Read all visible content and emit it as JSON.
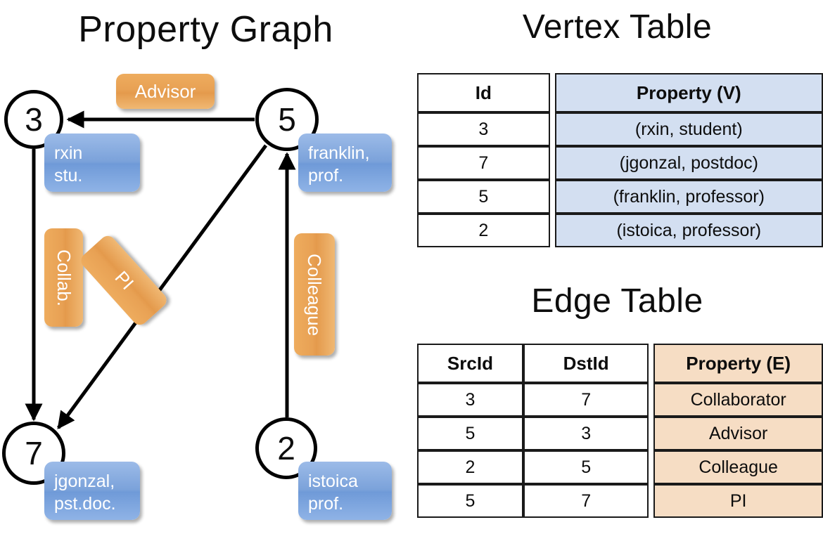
{
  "titles": {
    "property_graph": "Property Graph",
    "vertex_table": "Vertex Table",
    "edge_table": "Edge Table"
  },
  "colors": {
    "vertex_property_fill": "#d3dff1",
    "edge_property_fill": "#f6ddc4",
    "vertex_box_blue": "#7ba2da",
    "edge_label_orange": "#e8a154",
    "stroke": "#000000"
  },
  "graph": {
    "nodes": [
      {
        "id": "3",
        "property_line1": "rxin",
        "property_line2": "stu."
      },
      {
        "id": "5",
        "property_line1": "franklin,",
        "property_line2": "prof."
      },
      {
        "id": "7",
        "property_line1": "jgonzal,",
        "property_line2": "pst.doc."
      },
      {
        "id": "2",
        "property_line1": "istoica",
        "property_line2": "prof."
      }
    ],
    "edge_labels": [
      {
        "text": "Advisor",
        "from": "5",
        "to": "3"
      },
      {
        "text": "Collab.",
        "from": "3",
        "to": "7"
      },
      {
        "text": "PI",
        "from": "5",
        "to": "7"
      },
      {
        "text": "Colleague",
        "from": "2",
        "to": "5"
      }
    ]
  },
  "vertex_table": {
    "headers": [
      "Id",
      "Property (V)"
    ],
    "rows": [
      {
        "id": "3",
        "property": "(rxin, student)"
      },
      {
        "id": "7",
        "property": "(jgonzal, postdoc)"
      },
      {
        "id": "5",
        "property": "(franklin, professor)"
      },
      {
        "id": "2",
        "property": "(istoica, professor)"
      }
    ]
  },
  "edge_table": {
    "headers": [
      "SrcId",
      "DstId",
      "Property (E)"
    ],
    "rows": [
      {
        "src": "3",
        "dst": "7",
        "property": "Collaborator"
      },
      {
        "src": "5",
        "dst": "3",
        "property": "Advisor"
      },
      {
        "src": "2",
        "dst": "5",
        "property": "Colleague"
      },
      {
        "src": "5",
        "dst": "7",
        "property": "PI"
      }
    ]
  }
}
